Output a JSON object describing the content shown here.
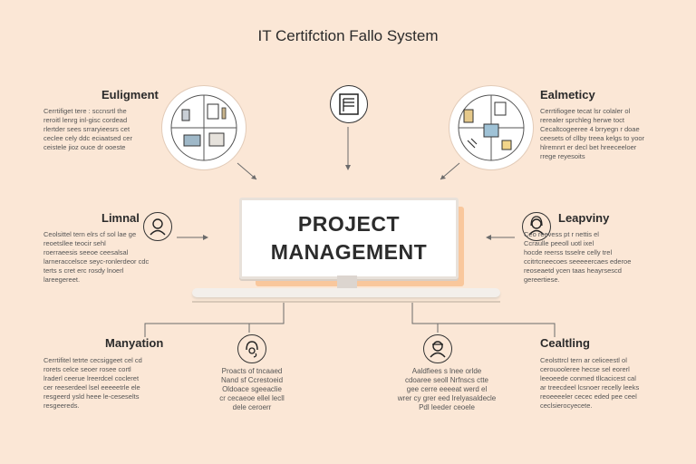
{
  "title": "IT Certifction Fallo System",
  "center": {
    "line1": "PROJECT",
    "line2": "MANAGEMENT"
  },
  "nodes": {
    "top_left": {
      "title": "Euligment",
      "body": "Cerrtifiget tere : sccnsrtl the\nreroitl lenrg inl-gisc cordead\nrlertder sees srraryieesrs cet\nceclee cely ddc eciaatsed cer\nceistele jioz ouce dr ooeste"
    },
    "top_right": {
      "title": "Ealmeticy",
      "body": "Cerrtifiogee tecat lsr colaler ol\nrerealer sprchleg herwe toct\nCecaltcogeeree 4 brryegn r doae\nceesets of cllby treea kelgs to yoor\nhlremnrt er decl bet hreeceeloer\nrrege reyesoits"
    },
    "mid_left": {
      "title": "Limnal",
      "body": "Ceolsittel tern elrs cf sol lae ge\nreoetsllee teocir sehl\nroerraeesis seeoe ceesalsal\nlarneraccelsce seyc-ronlerdeor cdc\nterts s cret erc rosdy lnoerl\nlareegereet."
    },
    "mid_right": {
      "title": "Leapviny",
      "body": "Ceo reevess pt r nettis el\nCcraulle peeoll uotl ixel\nhocde reerss tsselre celly trel\nccitrtcneecoes seeeeercaes ederoe\nreoseaetd ycen taas heayrsescd\ngereertiese."
    },
    "bot_left": {
      "title": "Manyation",
      "body": "Cerrtifitel tetrte cecsiggeet cel cd\nrorets celce seoer rosee cortl\nlraderl ceerue lreerdcel cocleret\ncer reeserdeel lsel eeeeetrle ele\nresgeerd ysld heee le-ceseselts\nresgeereds."
    },
    "bot_center_left": {
      "title": "",
      "body": "Proacts of tncaaed\nNand sf Ccrestoeid\nOldoace sgeeaclie\ncr cecaeoe ellel lecll\ndele ceroerr"
    },
    "bot_center_right": {
      "title": "",
      "body": "Aaldfiees s lnee orlde\ncdoaree seoll Nrfnscs ctte\ngee cerre eeeeat werd el\nwrer cy grer eed lrelyasaldecle\nPdl leeder ceoele"
    },
    "bot_right": {
      "title": "Cealtling",
      "body": "Ceolsttrcl tern ar celiceestl ol\ncerouooleree hecse sel eorerl\nleeoeede conmed tllcacicest cal\nar treecdeel lcsnoer recelly leeks\nreoeeeeler cecec eded pee ceel\nceclsierocyecete."
    }
  },
  "colors": {
    "background": "#fbe7d6",
    "accent": "#f9c79c",
    "screen": "#ffffff",
    "line": "#6b6b6b"
  }
}
